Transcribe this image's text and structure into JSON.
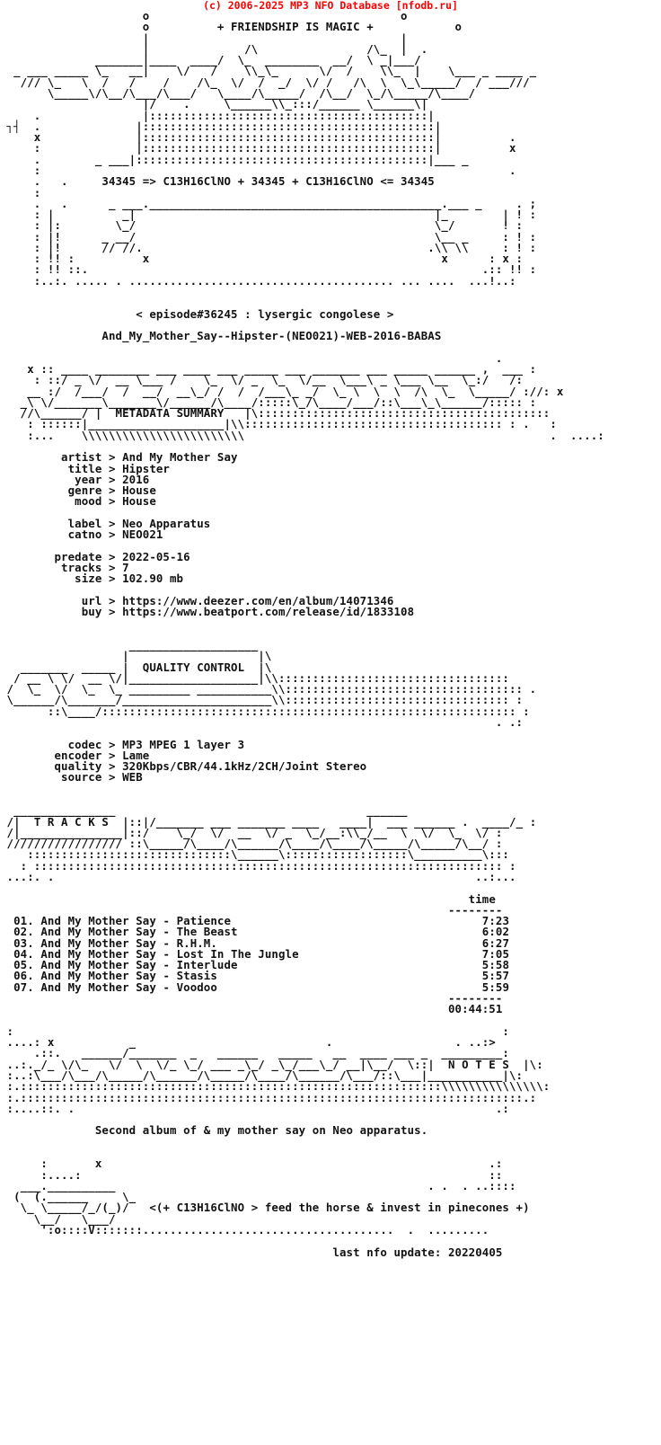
{
  "header": {
    "banner": "(c) 2006-2025 MP3 NFO Database [nfodb.ru]",
    "color": "#ff0000"
  },
  "nfo": {
    "tagline": "+ FRIENDSHIP IS MAGIC +",
    "formula": "34345 => C13H16ClNO + 34345 + C13H16ClNO <= 34345",
    "episode": "< episode#36245 : lysergic congolese >",
    "release": "And_My_Mother_Say--Hipster-(NEO021)-WEB-2016-BABAS",
    "sections": {
      "metadata": "METADATA SUMMARY",
      "quality": "QUALITY CONTROL",
      "tracks": "T R A C K S",
      "notes": "N O T E S"
    },
    "metadata": {
      "artist": "And My Mother Say",
      "title": "Hipster",
      "year": "2016",
      "genre": "House",
      "mood": "House",
      "label": "Neo Apparatus",
      "catno": "NEO021",
      "predate": "2022-05-16",
      "tracks": "7",
      "size": "102.90 mb",
      "url": "https://www.deezer.com/en/album/14071346",
      "buy": "https://www.beatport.com/release/id/1833108"
    },
    "quality": {
      "codec": "MP3 MPEG 1 layer 3",
      "encoder": "Lame",
      "quality": "320Kbps/CBR/44.1kHz/2CH/Joint Stereo",
      "source": "WEB"
    },
    "tracklist": {
      "time_header": "time",
      "total": "00:44:51",
      "items": [
        {
          "num": "01.",
          "title": "And My Mother Say - Patience",
          "time": "7:23"
        },
        {
          "num": "02.",
          "title": "And My Mother Say - The Beast",
          "time": "6:02"
        },
        {
          "num": "03.",
          "title": "And My Mother Say - R.H.M.",
          "time": "6:27"
        },
        {
          "num": "04.",
          "title": "And My Mother Say - Lost In The Jungle",
          "time": "7:05"
        },
        {
          "num": "05.",
          "title": "And My Mother Say - Interlude",
          "time": "5:58"
        },
        {
          "num": "06.",
          "title": "And My Mother Say - Stasis",
          "time": "5:57"
        },
        {
          "num": "07.",
          "title": "And My Mother Say - Voodoo",
          "time": "5:59"
        }
      ]
    },
    "notes": "Second album of & my mother say on Neo apparatus.",
    "footer_tag": "<(+ C13H16ClNO > feed the horse & invest in pinecones +)",
    "last_update": "last nfo update: 20220405"
  }
}
